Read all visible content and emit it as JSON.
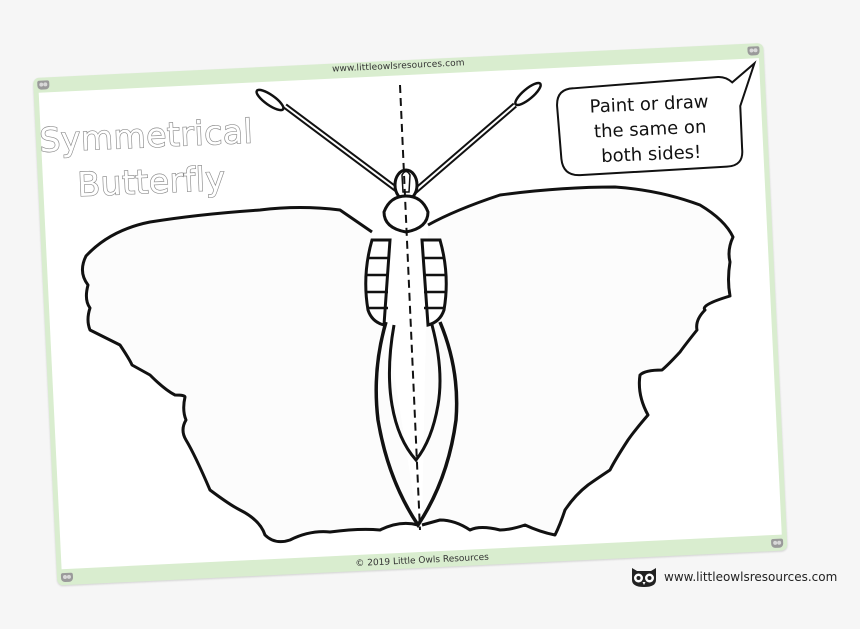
{
  "worksheet": {
    "header_url": "www.littleowlsresources.com",
    "title_line1": "Symmetrical",
    "title_line2": "Butterfly",
    "speech_bubble": {
      "line1": "Paint or draw",
      "line2": "the same on",
      "line3": "both sides!"
    },
    "footer": "© 2019 Little Owls Resources",
    "illustration": "butterfly-outline-with-dashed-symmetry-line"
  },
  "branding": {
    "logo_icon": "owl-face-icon",
    "url": "www.littleowlsresources.com"
  },
  "colors": {
    "background": "#f6f6f6",
    "sheet_border": "#d9edcf",
    "sheet_fill": "#ffffff",
    "outline": "#111111",
    "title_outline": "#8a8a8a"
  }
}
